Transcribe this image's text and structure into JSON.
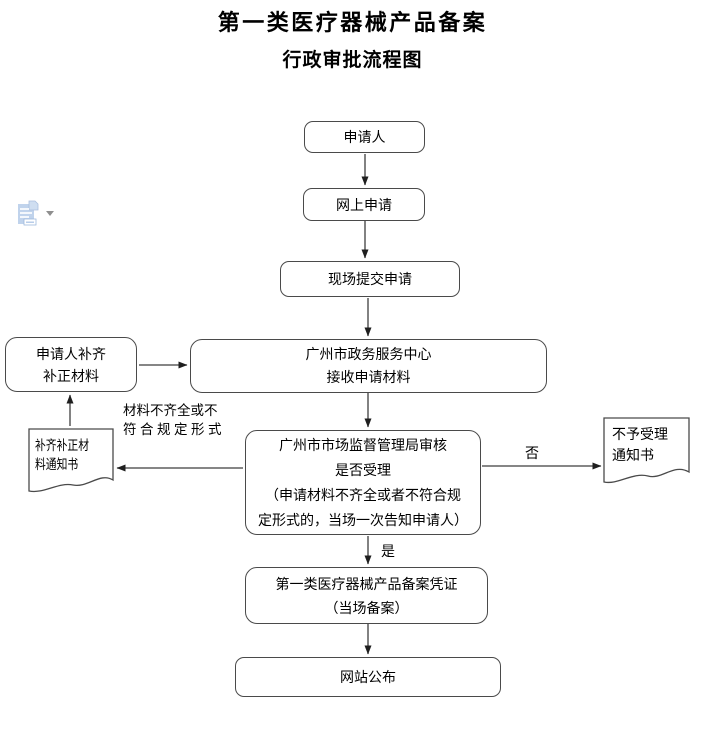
{
  "page": {
    "title": "第一类医疗器械产品备案",
    "subtitle": "行政审批流程图"
  },
  "flowchart": {
    "nodes": {
      "applicant": {
        "lines": [
          "申请人"
        ]
      },
      "online": {
        "lines": [
          "网上申请"
        ]
      },
      "onsite": {
        "lines": [
          "现场提交申请"
        ]
      },
      "service_center": {
        "lines": [
          "广州市政务服务中心",
          "接收申请材料"
        ]
      },
      "supplement": {
        "lines": [
          "申请人补齐",
          "补正材料"
        ]
      },
      "supplement_notice": {
        "lines": [
          "补齐补正材",
          "料通知书"
        ]
      },
      "review": {
        "lines": [
          "广州市市场监督管理局审核",
          "是否受理",
          "（申请材料不齐全或者不符合规",
          "定形式的，当场一次告知申请人）"
        ]
      },
      "rejection_notice": {
        "lines": [
          "不予受理",
          "通知书"
        ]
      },
      "certificate": {
        "lines": [
          "第一类医疗器械产品备案凭证",
          "（当场备案）"
        ]
      },
      "website": {
        "lines": [
          "网站公布"
        ]
      }
    },
    "edge_labels": {
      "incomplete": [
        "材料不齐全或不",
        "符合规定形式"
      ],
      "no": "否",
      "yes": "是"
    }
  },
  "icons": {
    "paste_options": "clipboard-paste-icon",
    "dropdown": "chevron-down-icon"
  },
  "colors": {
    "line": "#4a4a4a",
    "arrowhead": "#1f1f1f",
    "paste_icon_fill": "#c0d3ec",
    "paste_icon_fold": "#cfdef1",
    "dropdown_gray": "#8f8f8f"
  }
}
